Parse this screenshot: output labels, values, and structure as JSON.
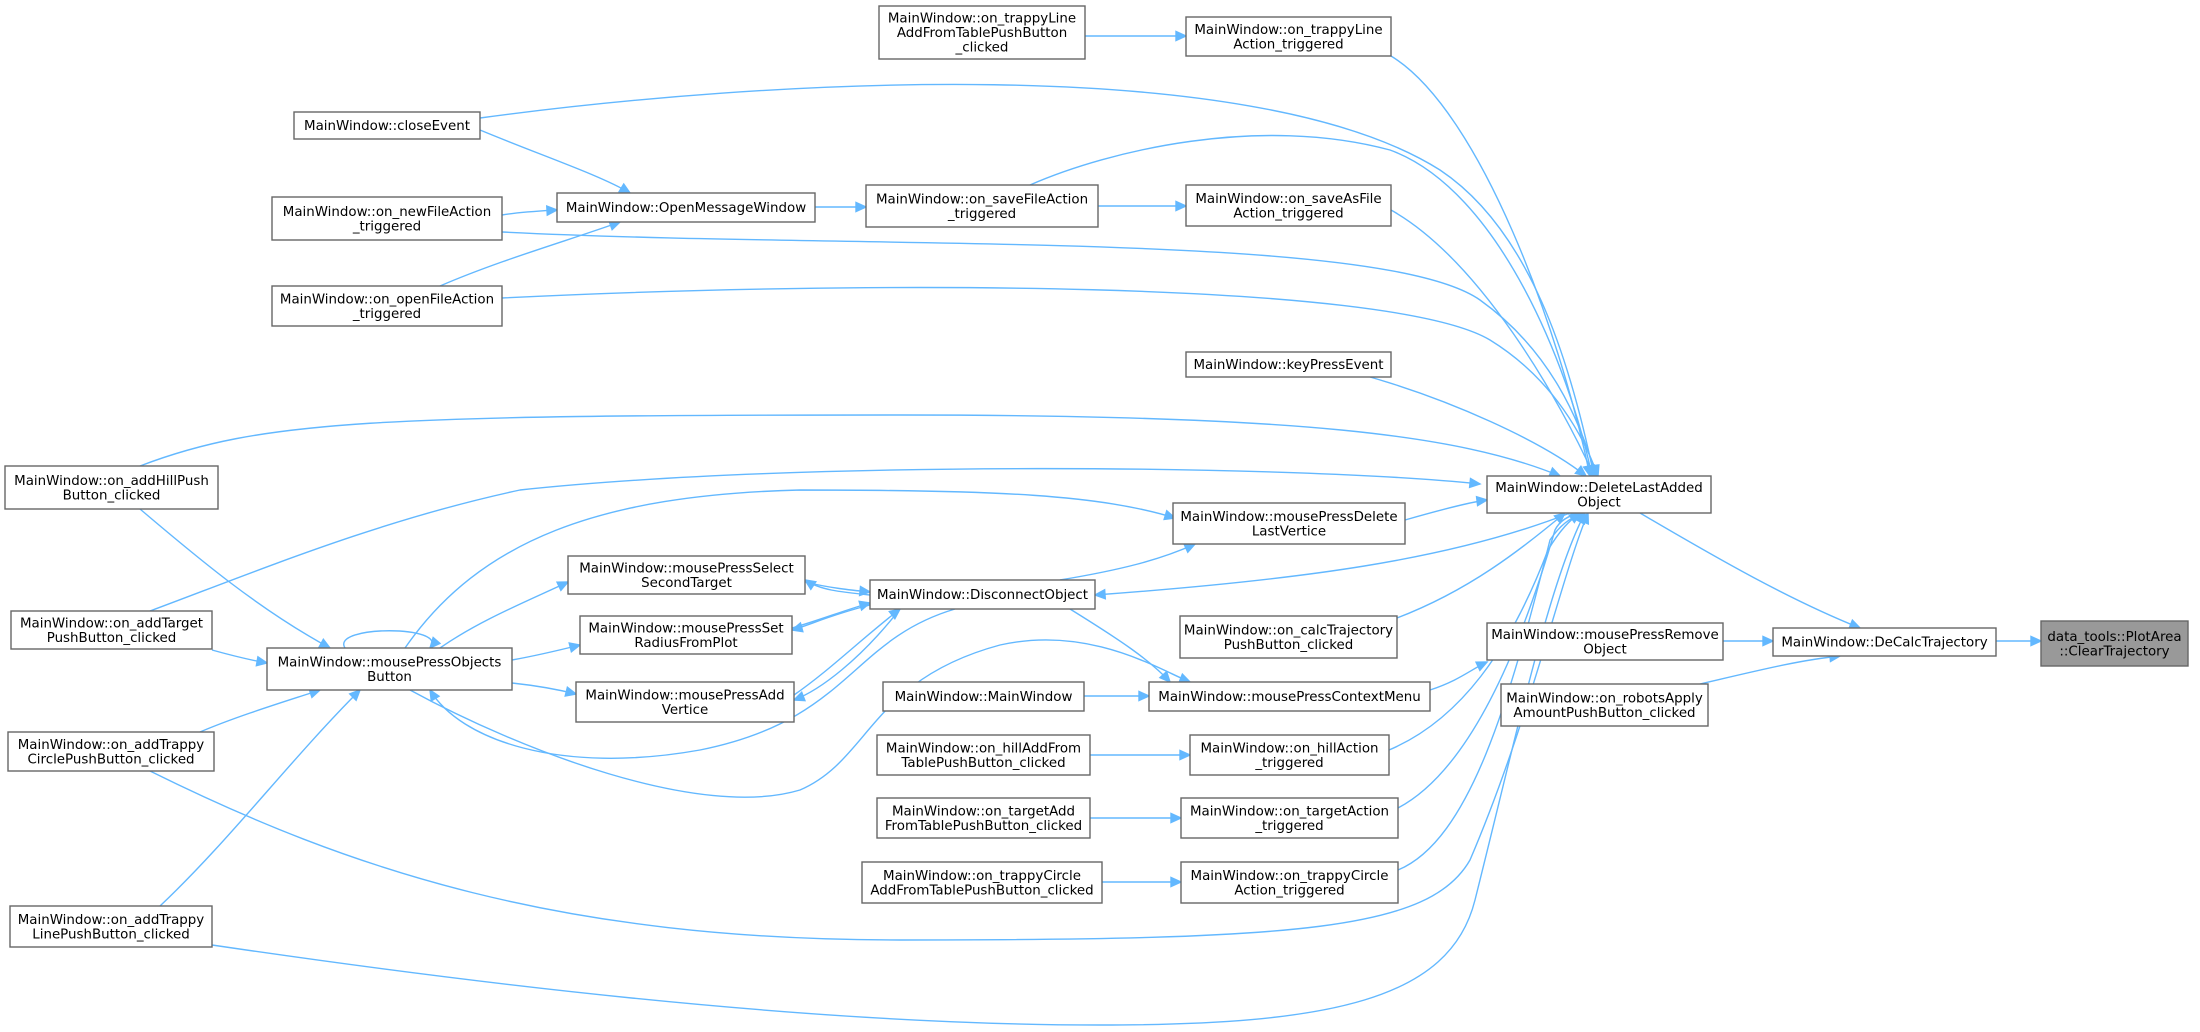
{
  "diagram": {
    "type": "doxygen-caller-graph",
    "nodes": [
      {
        "id": "clear",
        "lines": [
          "data_tools::PlotArea",
          "::ClearTrajectory"
        ],
        "root": true
      },
      {
        "id": "decalc",
        "lines": [
          "MainWindow::DeCalcTrajectory"
        ]
      },
      {
        "id": "dla",
        "lines": [
          "MainWindow::DeleteLastAdded",
          "Object"
        ]
      },
      {
        "id": "mpro",
        "lines": [
          "MainWindow::mousePressRemove",
          "Object"
        ]
      },
      {
        "id": "robots",
        "lines": [
          "MainWindow::on_robotsApply",
          "AmountPushButton_clicked"
        ]
      },
      {
        "id": "trappyLineAct",
        "lines": [
          "MainWindow::on_trappyLine",
          "Action_triggered"
        ]
      },
      {
        "id": "trappyLineAdd",
        "lines": [
          "MainWindow::on_trappyLine",
          "AddFromTablePushButton",
          "_clicked"
        ]
      },
      {
        "id": "closeEvent",
        "lines": [
          "MainWindow::closeEvent"
        ]
      },
      {
        "id": "newFile",
        "lines": [
          "MainWindow::on_newFileAction",
          "_triggered"
        ]
      },
      {
        "id": "openFile",
        "lines": [
          "MainWindow::on_openFileAction",
          "_triggered"
        ]
      },
      {
        "id": "omw",
        "lines": [
          "MainWindow::OpenMessageWindow"
        ]
      },
      {
        "id": "saveFile",
        "lines": [
          "MainWindow::on_saveFileAction",
          "_triggered"
        ]
      },
      {
        "id": "saveAs",
        "lines": [
          "MainWindow::on_saveAsFile",
          "Action_triggered"
        ]
      },
      {
        "id": "keyPress",
        "lines": [
          "MainWindow::keyPressEvent"
        ]
      },
      {
        "id": "addHill",
        "lines": [
          "MainWindow::on_addHillPush",
          "Button_clicked"
        ]
      },
      {
        "id": "addTarget",
        "lines": [
          "MainWindow::on_addTarget",
          "PushButton_clicked"
        ]
      },
      {
        "id": "addTrappyCircle",
        "lines": [
          "MainWindow::on_addTrappy",
          "CirclePushButton_clicked"
        ]
      },
      {
        "id": "addTrappyLine",
        "lines": [
          "MainWindow::on_addTrappy",
          "LinePushButton_clicked"
        ]
      },
      {
        "id": "mpob",
        "lines": [
          "MainWindow::mousePressObjects",
          "Button"
        ]
      },
      {
        "id": "mpst",
        "lines": [
          "MainWindow::mousePressSelect",
          "SecondTarget"
        ]
      },
      {
        "id": "mpsr",
        "lines": [
          "MainWindow::mousePressSet",
          "RadiusFromPlot"
        ]
      },
      {
        "id": "mpav",
        "lines": [
          "MainWindow::mousePressAdd",
          "Vertice"
        ]
      },
      {
        "id": "disc",
        "lines": [
          "MainWindow::DisconnectObject"
        ]
      },
      {
        "id": "mpdl",
        "lines": [
          "MainWindow::mousePressDelete",
          "LastVertice"
        ]
      },
      {
        "id": "calcTraj",
        "lines": [
          "MainWindow::on_calcTrajectory",
          "PushButton_clicked"
        ]
      },
      {
        "id": "mainWindow",
        "lines": [
          "MainWindow::MainWindow"
        ]
      },
      {
        "id": "mpcm",
        "lines": [
          "MainWindow::mousePressContextMenu"
        ]
      },
      {
        "id": "hillAdd",
        "lines": [
          "MainWindow::on_hillAddFrom",
          "TablePushButton_clicked"
        ]
      },
      {
        "id": "hillAct",
        "lines": [
          "MainWindow::on_hillAction",
          "_triggered"
        ]
      },
      {
        "id": "targetAdd",
        "lines": [
          "MainWindow::on_targetAdd",
          "FromTablePushButton_clicked"
        ]
      },
      {
        "id": "targetAct",
        "lines": [
          "MainWindow::on_targetAction",
          "_triggered"
        ]
      },
      {
        "id": "trappyCircleAdd",
        "lines": [
          "MainWindow::on_trappyCircle",
          "AddFromTablePushButton_clicked"
        ]
      },
      {
        "id": "trappyCircleAct",
        "lines": [
          "MainWindow::on_trappyCircle",
          "Action_triggered"
        ]
      }
    ],
    "edges": [
      {
        "from": "decalc",
        "to": "clear"
      },
      {
        "from": "dla",
        "to": "decalc"
      },
      {
        "from": "mpro",
        "to": "decalc"
      },
      {
        "from": "robots",
        "to": "decalc"
      },
      {
        "from": "trappyLineAct",
        "to": "dla"
      },
      {
        "from": "trappyLineAdd",
        "to": "trappyLineAct"
      },
      {
        "from": "closeEvent",
        "to": "dla"
      },
      {
        "from": "closeEvent",
        "to": "omw"
      },
      {
        "from": "newFile",
        "to": "dla"
      },
      {
        "from": "newFile",
        "to": "omw"
      },
      {
        "from": "openFile",
        "to": "dla"
      },
      {
        "from": "openFile",
        "to": "omw"
      },
      {
        "from": "omw",
        "to": "saveFile"
      },
      {
        "from": "saveFile",
        "to": "dla"
      },
      {
        "from": "saveFile",
        "to": "saveAs"
      },
      {
        "from": "saveAs",
        "to": "dla"
      },
      {
        "from": "keyPress",
        "to": "dla"
      },
      {
        "from": "addHill",
        "to": "dla"
      },
      {
        "from": "addTarget",
        "to": "dla"
      },
      {
        "from": "addTrappyCircle",
        "to": "dla"
      },
      {
        "from": "addTrappyLine",
        "to": "dla"
      },
      {
        "from": "addHill",
        "to": "mpob"
      },
      {
        "from": "addTarget",
        "to": "mpob"
      },
      {
        "from": "addTrappyCircle",
        "to": "mpob"
      },
      {
        "from": "addTrappyLine",
        "to": "mpob"
      },
      {
        "from": "mpob",
        "to": "mpob"
      },
      {
        "from": "mpob",
        "to": "mpst"
      },
      {
        "from": "mpob",
        "to": "mpsr"
      },
      {
        "from": "mpob",
        "to": "mpav"
      },
      {
        "from": "mpob",
        "to": "mpdl"
      },
      {
        "from": "mpob",
        "to": "mpcm"
      },
      {
        "from": "mpst",
        "to": "disc"
      },
      {
        "from": "mpsr",
        "to": "disc"
      },
      {
        "from": "mpav",
        "to": "disc"
      },
      {
        "from": "disc",
        "to": "mpst"
      },
      {
        "from": "disc",
        "to": "mpsr"
      },
      {
        "from": "disc",
        "to": "mpav"
      },
      {
        "from": "disc",
        "to": "mpob"
      },
      {
        "from": "disc",
        "to": "mpdl"
      },
      {
        "from": "disc",
        "to": "mpcm"
      },
      {
        "from": "dla",
        "to": "disc"
      },
      {
        "from": "mpdl",
        "to": "dla"
      },
      {
        "from": "calcTraj",
        "to": "dla"
      },
      {
        "from": "mpcm",
        "to": "mpro"
      },
      {
        "from": "mainWindow",
        "to": "mpcm"
      },
      {
        "from": "hillAdd",
        "to": "hillAct"
      },
      {
        "from": "hillAct",
        "to": "dla"
      },
      {
        "from": "targetAdd",
        "to": "targetAct"
      },
      {
        "from": "targetAct",
        "to": "dla"
      },
      {
        "from": "trappyCircleAdd",
        "to": "trappyCircleAct"
      },
      {
        "from": "trappyCircleAct",
        "to": "dla"
      }
    ]
  },
  "colors": {
    "edge": "#63b8ff",
    "node_border": "#666666",
    "node_fill": "#ffffff",
    "root_fill": "#999999"
  }
}
